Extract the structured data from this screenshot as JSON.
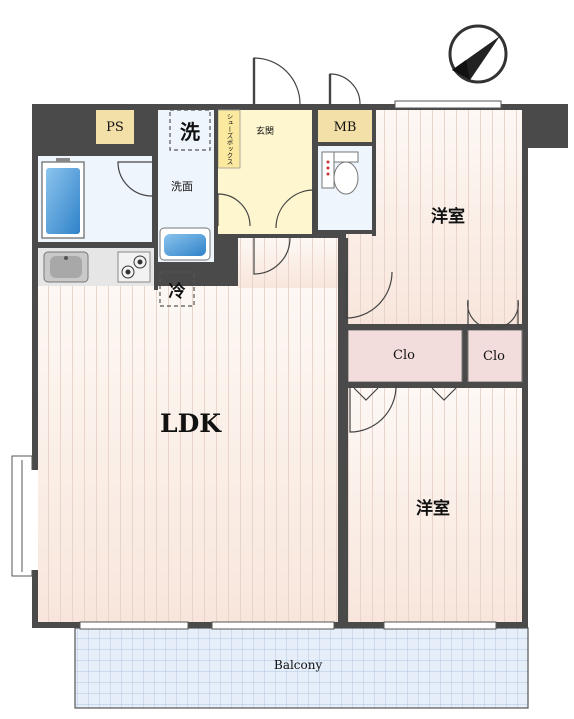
{
  "floorplan": {
    "rooms": {
      "ldk": "LDK",
      "western_room_upper": "洋室",
      "western_room_lower": "洋室",
      "washroom": "洗面",
      "entrance": "玄関",
      "closet_left": "Clo",
      "closet_right": "Clo",
      "balcony": "Balcony"
    },
    "tags": {
      "pipe_space": "PS",
      "meter_box": "MB",
      "washer": "洗",
      "refrigerator": "冷",
      "shoe_box": "シューズボックス"
    },
    "compass_symbol": "N",
    "colors": {
      "wall": "#4a4a4a",
      "floor_wood": "#fbf1ea",
      "floor_stripe": "#e9d6cc",
      "wet_area": "#eef5fc",
      "entrance": "#fdf6cf",
      "closet": "#f3dcdc",
      "tag_bg": "#f3dfa8",
      "balcony_tile": "#e3edf8",
      "bath_blue": "#4a9ad8"
    }
  }
}
